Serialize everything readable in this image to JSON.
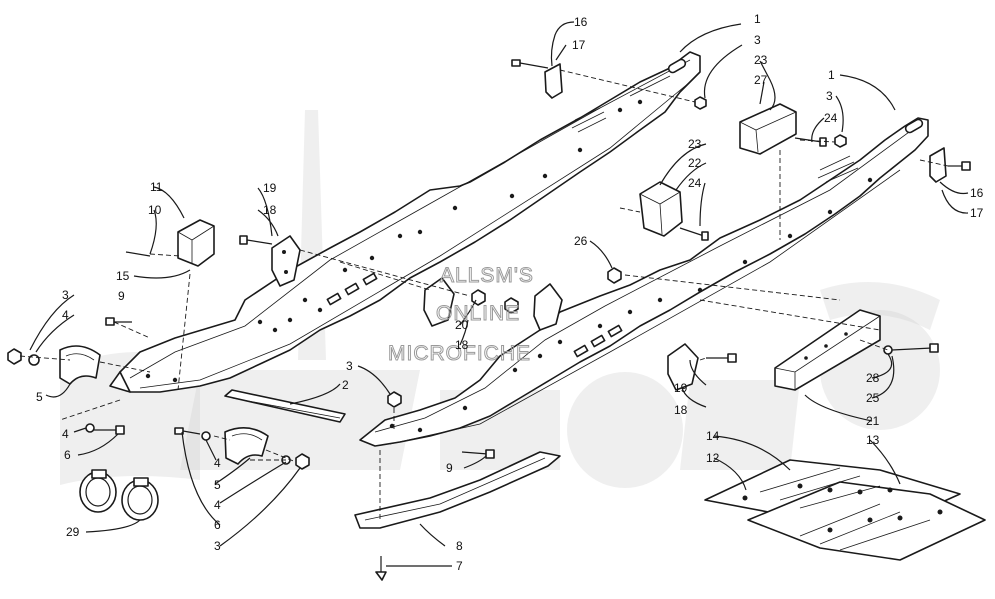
{
  "watermark": {
    "lines": [
      "ALLSM'S",
      "ONLINE",
      "MICROFICHE"
    ]
  },
  "callouts": {
    "c1a": "1",
    "c1b": "1",
    "c2": "2",
    "c3a": "3",
    "c3b": "3",
    "c3c": "3",
    "c3d": "3",
    "c3e": "3",
    "c4a": "4",
    "c4b": "4",
    "c4c": "4",
    "c4d": "4",
    "c5a": "5",
    "c5b": "5",
    "c6a": "6",
    "c6b": "6",
    "c7": "7",
    "c8": "8",
    "c9a": "9",
    "c9b": "9",
    "c10": "10",
    "c11": "11",
    "c12": "12",
    "c13": "13",
    "c14": "14",
    "c15": "15",
    "c16a": "16",
    "c16b": "16",
    "c17a": "17",
    "c17b": "17",
    "c18a": "18",
    "c18b": "18",
    "c18c": "18",
    "c19a": "19",
    "c19b": "19",
    "c20": "20",
    "c21": "21",
    "c22": "22",
    "c23a": "23",
    "c23b": "23",
    "c24a": "24",
    "c24b": "24",
    "c25": "25",
    "c26": "26",
    "c27": "27",
    "c28": "28",
    "c29": "29"
  }
}
